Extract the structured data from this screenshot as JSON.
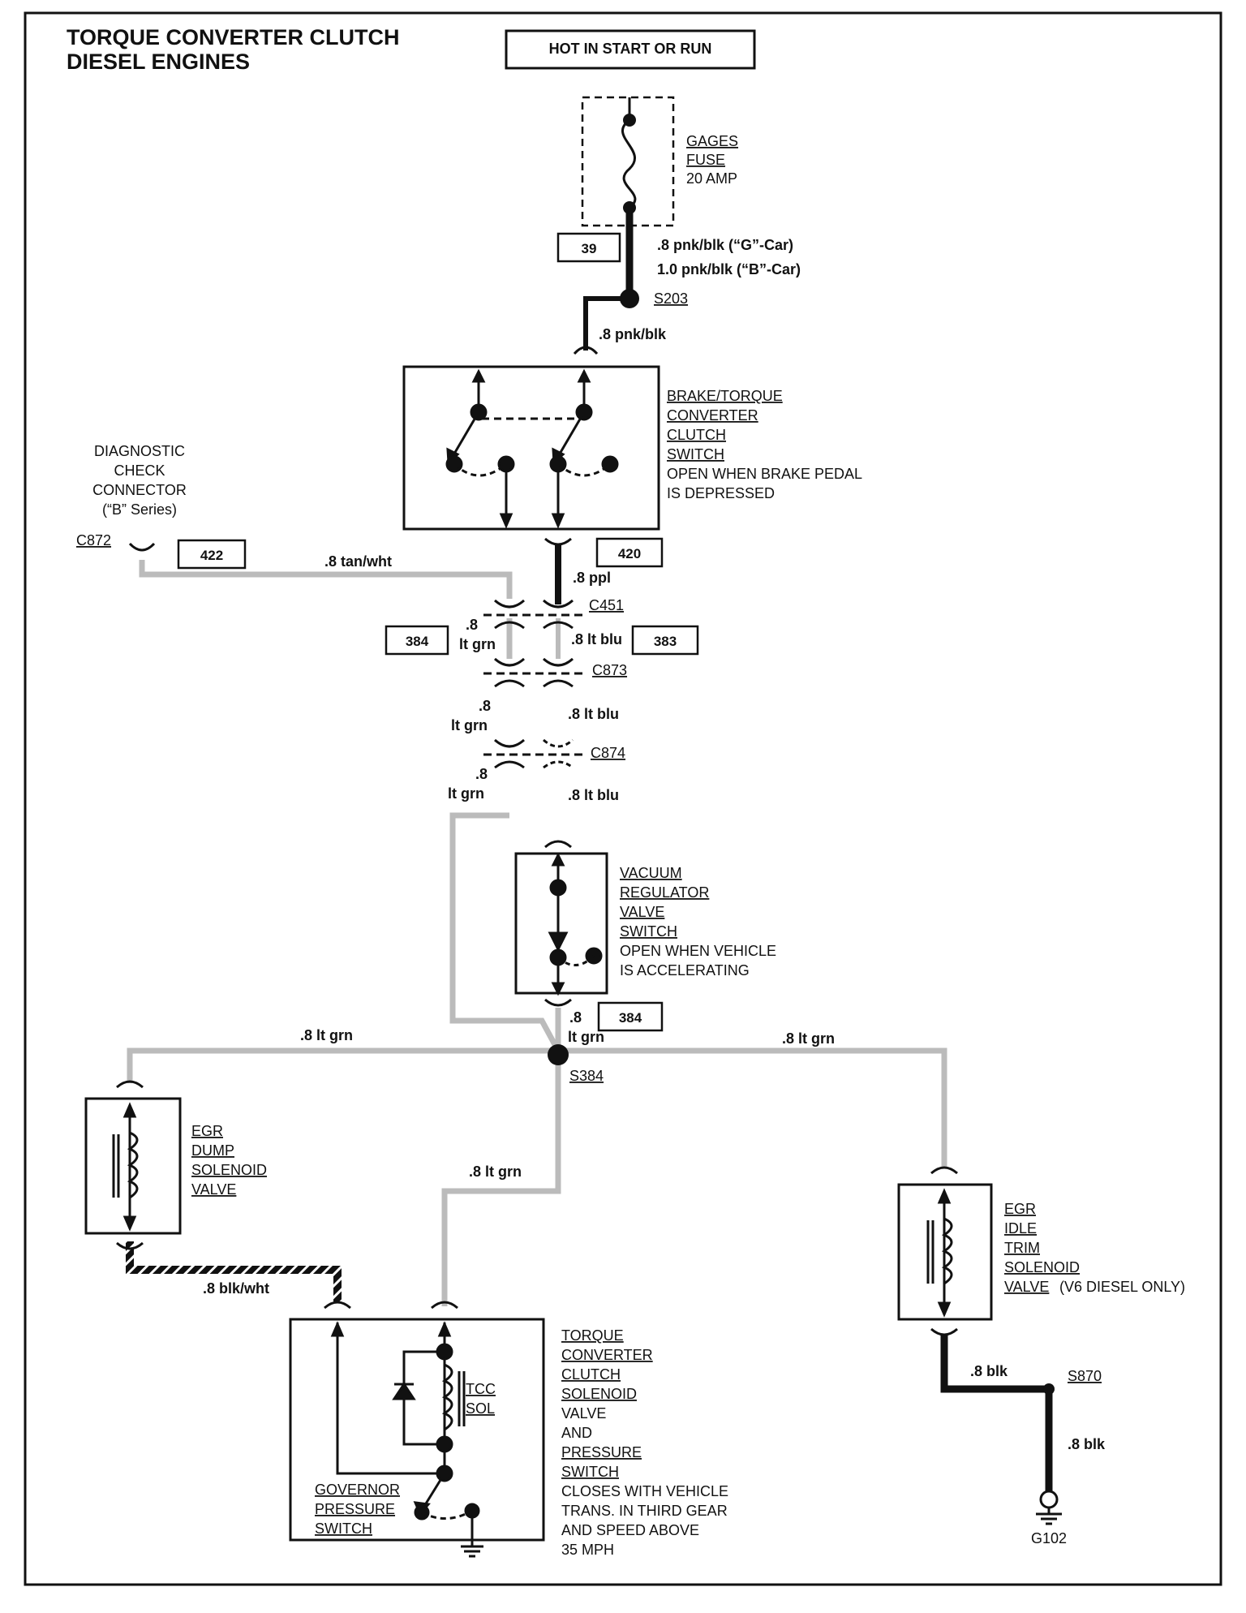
{
  "title": {
    "line1": "TORQUE CONVERTER CLUTCH",
    "line2": "DIESEL ENGINES"
  },
  "hot_label": "HOT IN START OR RUN",
  "fuse": {
    "line1": "GAGES",
    "line2": "FUSE",
    "line3": "20 AMP"
  },
  "circuits": {
    "c39": "39",
    "c422": "422",
    "c420": "420",
    "c384a": "384",
    "c383": "383",
    "c384b": "384"
  },
  "wires": {
    "pnk_g": ".8 pnk/blk (“G”-Car)",
    "pnk_b": "1.0 pnk/blk (“B”-Car)",
    "pnk": ".8 pnk/blk",
    "tan": ".8 tan/wht",
    "ppl": ".8 ppl",
    "dot8": ".8",
    "ltgrn": "lt grn",
    "ltblu": ".8 lt blu",
    "ltgrn_full": ".8 lt grn",
    "blkwht": ".8 blk/wht",
    "blk": ".8 blk"
  },
  "splices": {
    "s203": "S203",
    "s384": "S384",
    "s870": "S870"
  },
  "connectors": {
    "c872": "C872",
    "c451": "C451",
    "c873": "C873",
    "c874": "C874"
  },
  "ground": "G102",
  "brake_switch": {
    "l1": "BRAKE/TORQUE",
    "l2": "CONVERTER",
    "l3": "CLUTCH",
    "l4": "SWITCH",
    "l5": "OPEN WHEN BRAKE PEDAL",
    "l6": "IS DEPRESSED"
  },
  "diag_connector": {
    "l1": "DIAGNOSTIC",
    "l2": "CHECK",
    "l3": "CONNECTOR",
    "l4": "(“B” Series)"
  },
  "vacuum_switch": {
    "l1": "VACUUM",
    "l2": "REGULATOR",
    "l3": "VALVE",
    "l4": "SWITCH",
    "l5": "OPEN WHEN VEHICLE",
    "l6": "IS ACCELERATING"
  },
  "egr_dump": {
    "l1": "EGR",
    "l2": "DUMP",
    "l3": "SOLENOID",
    "l4": "VALVE"
  },
  "egr_idle": {
    "l1": "EGR",
    "l2": "IDLE",
    "l3": "TRIM",
    "l4": "SOLENOID",
    "l5": "VALVE",
    "l5b": "(V6 DIESEL ONLY)"
  },
  "tcc": {
    "sol1": "TCC",
    "sol2": "SOL",
    "gov1": "GOVERNOR",
    "gov2": "PRESSURE",
    "gov3": "SWITCH",
    "l1": "TORQUE",
    "l2": "CONVERTER",
    "l3": "CLUTCH",
    "l4": "SOLENOID",
    "l5": "VALVE",
    "l6": "AND",
    "l7": "PRESSURE",
    "l8": "SWITCH",
    "l9": "CLOSES WITH VEHICLE",
    "l10": "TRANS. IN THIRD GEAR",
    "l11": "AND SPEED ABOVE",
    "l12": "35 MPH"
  }
}
